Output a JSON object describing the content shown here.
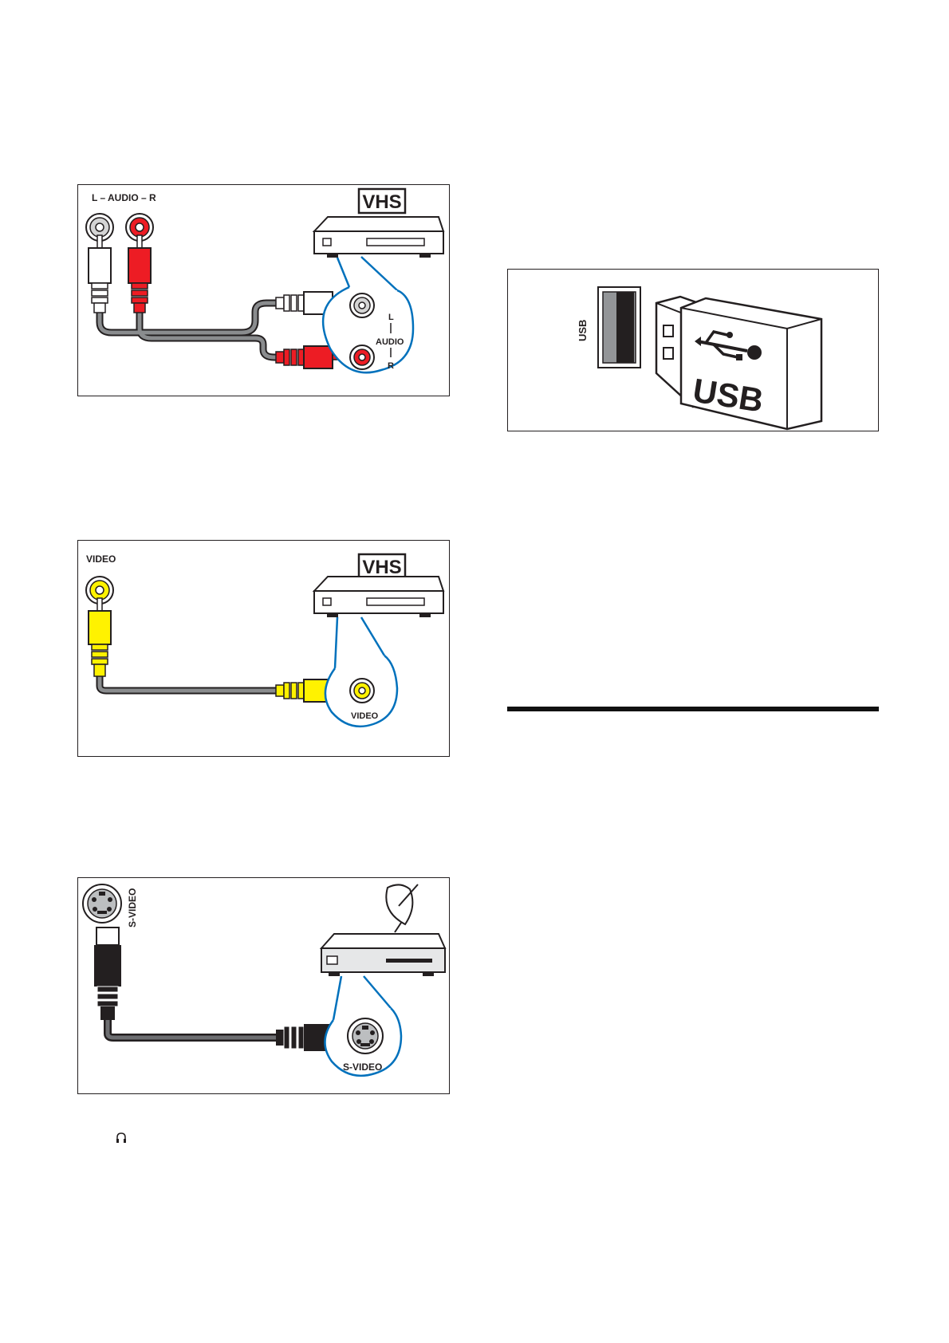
{
  "audio_panel": {
    "top_label": "L – AUDIO – R",
    "vhs_logo": "VHS",
    "port_l": "L",
    "port_audio": "AUDIO",
    "port_r": "R"
  },
  "video_panel": {
    "top_label": "VIDEO",
    "vhs_logo": "VHS",
    "port_label": "VIDEO"
  },
  "svideo_panel": {
    "top_label": "S-VIDEO",
    "port_label": "S-VIDEO",
    "device_icon": "satellite-receiver-icon"
  },
  "usb_panel": {
    "port_label": "USB",
    "stick_text": "USB",
    "stick_icon": "usb-trident-icon"
  },
  "headphone_icon": "headphone-icon",
  "colors": {
    "outline": "#231f20",
    "callout_blue": "#0071bc",
    "rca_red": "#ed1c24",
    "rca_yellow": "#fff200",
    "cable_gray": "#8a8c8e"
  }
}
